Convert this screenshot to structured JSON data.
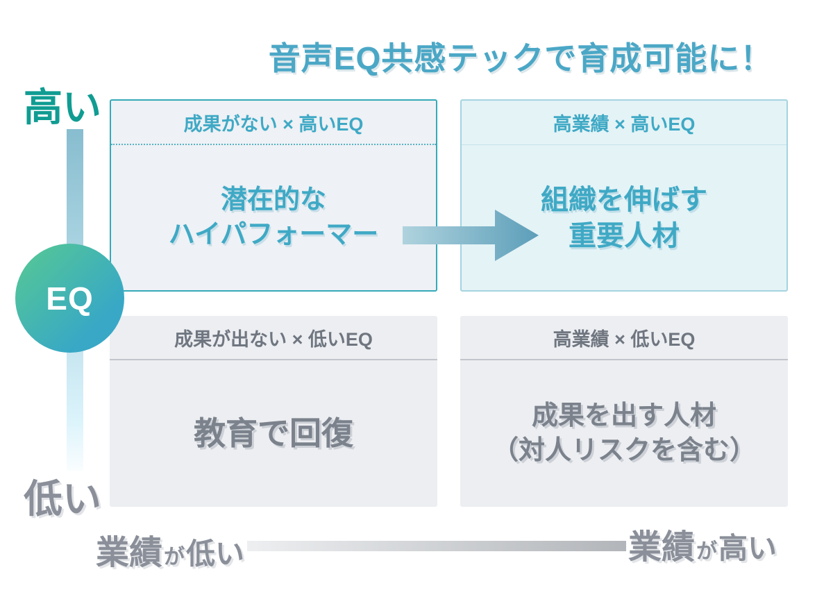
{
  "title": "音声EQ共感テックで育成可能に！",
  "colors": {
    "title_text": "#4BA7C6",
    "teal_text": "#3FA9C5",
    "teal_border": "#35AAB8",
    "soft_border": "#A5D4E0",
    "top_left_bg": "#EEF1F5",
    "top_right_bg": "#E4F3F6",
    "bottom_bg": "#ECEEF1",
    "gray_header_text": "#6F7680",
    "gray_body_text": "#7B828C",
    "axis_high_text": "#109C92",
    "axis_low_text": "#8A8F99",
    "vbar_top": "#87BDCF",
    "vbar_bottom": "#DBF3FB",
    "hbar_left": "#EDEFF1",
    "hbar_right": "#B2B5B9",
    "circle_green": "#55C795",
    "circle_blue": "#38A8C6",
    "arrow_light": "#AFD3DE",
    "arrow_dark": "#5C9EB9"
  },
  "y_axis": {
    "top_label": "高い",
    "bottom_label": "低い",
    "badge": "EQ"
  },
  "x_axis": {
    "left": {
      "main": "業績",
      "particle": "が",
      "tail": "低い"
    },
    "right": {
      "main": "業績",
      "particle": "が",
      "tail": "高い"
    }
  },
  "quadrants": {
    "top_left": {
      "header": "成果がない × 高いEQ",
      "lines": [
        "潜在的な",
        "ハイパフォーマー"
      ]
    },
    "top_right": {
      "header": "高業績 × 高いEQ",
      "lines": [
        "組織を伸ばす",
        "重要人材"
      ]
    },
    "bottom_left": {
      "header": "成果が出ない × 低いEQ",
      "lines": [
        "教育で回復"
      ]
    },
    "bottom_right": {
      "header": "高業績 × 低いEQ",
      "lines": [
        "成果を出す人材",
        "（対人リスクを含む）"
      ]
    }
  }
}
